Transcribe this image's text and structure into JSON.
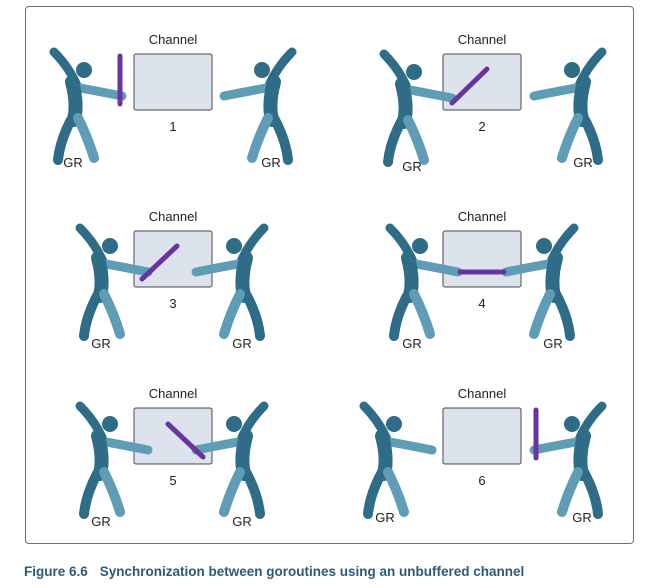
{
  "panels": [
    {
      "channel_label": "Channel",
      "number": "1",
      "left_label": "GR",
      "right_label": "GR"
    },
    {
      "channel_label": "Channel",
      "number": "2",
      "left_label": "GR",
      "right_label": "GR"
    },
    {
      "channel_label": "Channel",
      "number": "3",
      "left_label": "GR",
      "right_label": "GR"
    },
    {
      "channel_label": "Channel",
      "number": "4",
      "left_label": "GR",
      "right_label": "GR"
    },
    {
      "channel_label": "Channel",
      "number": "5",
      "left_label": "GR",
      "right_label": "GR"
    },
    {
      "channel_label": "Channel",
      "number": "6",
      "left_label": "GR",
      "right_label": "GR"
    }
  ],
  "caption": {
    "figure": "Figure 6.6",
    "text": "Synchronization between goroutines using an unbuffered channel"
  },
  "colors": {
    "figure": "#2e6c87",
    "figure_light": "#5f9cb5",
    "baton": "#6a34a0",
    "channel_fill": "#dde3ec",
    "channel_stroke": "#4a4a4a",
    "caption": "#2b5a7a"
  }
}
